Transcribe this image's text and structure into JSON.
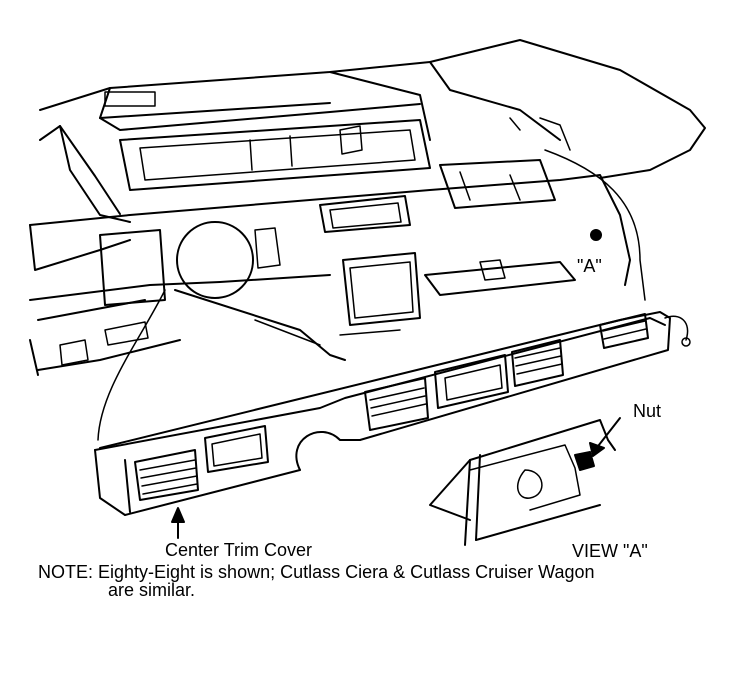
{
  "labels": {
    "view_marker": "\"A\"",
    "nut": "Nut",
    "center_trim_cover": "Center Trim Cover",
    "view_a": "VIEW \"A\"",
    "note_line1": "NOTE: Eighty-Eight is shown; Cutlass Ciera & Cutlass Cruiser Wagon",
    "note_line2": "are similar."
  },
  "colors": {
    "ink": "#000000",
    "paper": "#ffffff"
  }
}
